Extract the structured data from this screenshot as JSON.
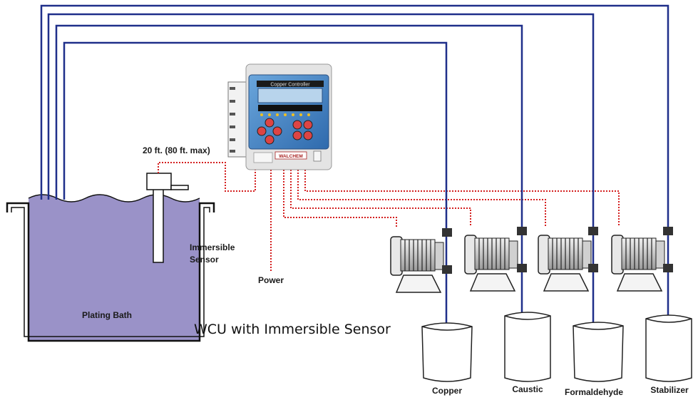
{
  "diagram": {
    "caption": "WCU with Immersible Sensor",
    "bath_label": "Plating Bath",
    "sensor_label_line1": "Immersible",
    "sensor_label_line2": "Sensor",
    "cable_length_label": "20 ft. (80 ft. max)",
    "power_label": "Power",
    "controller": {
      "title": "Copper Controller",
      "brand": "WALCHEM"
    },
    "chemicals": [
      {
        "label": "Copper"
      },
      {
        "label": "Caustic"
      },
      {
        "label": "Formaldehyde"
      },
      {
        "label": "Stabilizer"
      }
    ],
    "colors": {
      "bath_fill": "#9a92c8",
      "tube": "#1f2f8a",
      "signal_wire": "#d42020",
      "controller_body": "#3f7fc0"
    }
  }
}
